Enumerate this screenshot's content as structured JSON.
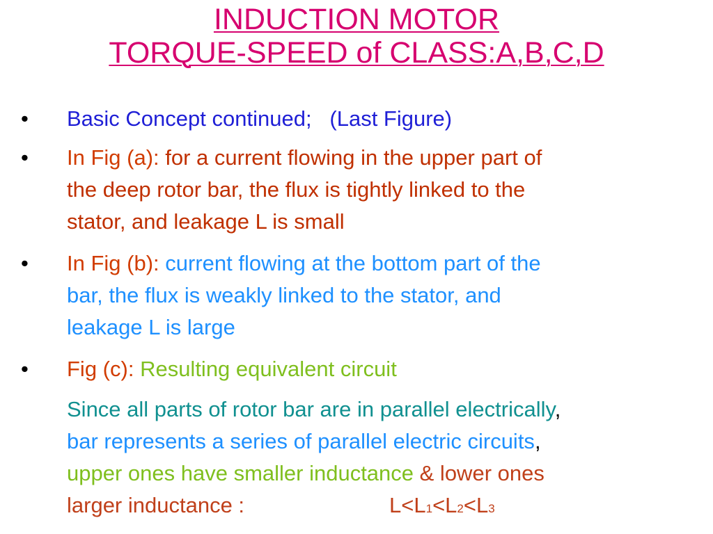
{
  "title": {
    "line1": "INDUCTION MOTOR",
    "line2": " TORQUE-SPEED of CLASS:A,B,C,D"
  },
  "bullet_glyph": "•",
  "bullets": [
    {
      "text": "Basic Concept continued;   (Last Figure)"
    },
    {
      "lead": "In Fig (a): ",
      "line1": "for a current flowing in the upper part of",
      "line2": "the deep rotor bar, the flux is tightly linked to the",
      "line3": "stator, and leakage L is small"
    },
    {
      "lead": "In Fig (b): ",
      "line1": "current flowing at the bottom part of the",
      "line2": "bar, the flux is weakly linked to the stator, and",
      "line3": "leakage L is large"
    },
    {
      "lead": "Fig (c): ",
      "line1": "Resulting equivalent circuit"
    }
  ],
  "paragraph": {
    "line1": "Since all parts of rotor bar are in parallel electrically",
    "comma1": ",",
    "line2": "bar represents a series of parallel electric circuits",
    "comma2": ",",
    "line3a": "upper ones have smaller inductance",
    "line3b": " & lower ones",
    "line4": "larger inductance :",
    "formula": {
      "l0": "L<L",
      "s1": "1",
      "l1": "<L",
      "s2": "2",
      "l2": "<L",
      "s3": "3"
    }
  },
  "colors": {
    "title": "#d6006f",
    "blue": "#1f1fd6",
    "red": "#d13c00",
    "sky": "#1e90ff",
    "green": "#7fbf1e",
    "teal": "#109090"
  }
}
